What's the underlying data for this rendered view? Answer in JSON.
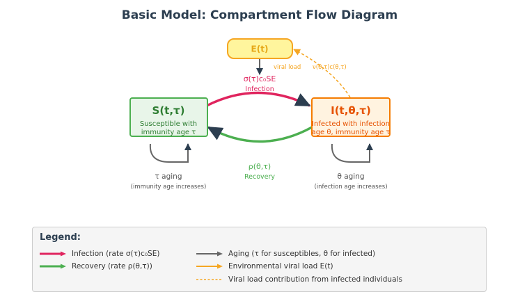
{
  "title": "Basic Model: Compartment Flow Diagram",
  "nodes": {
    "environment": {
      "label": "E(t)"
    },
    "susceptible": {
      "label": "S(t,τ)",
      "desc1": "Susceptible with",
      "desc2": "immunity age τ"
    },
    "infected": {
      "label": "I(t,θ,τ)",
      "desc1": "Infected with infection",
      "desc2": "age θ, immunity age τ"
    }
  },
  "edges": {
    "infection": {
      "rate": "σ(τ)c₀SE",
      "label": "Infection"
    },
    "recovery": {
      "rate": "ρ(θ,τ)",
      "label": "Recovery"
    },
    "viral_load": {
      "label": "viral load"
    },
    "viral_contribution": {
      "label": "ν(θ,τ)c(θ,τ)"
    },
    "s_aging": {
      "label": "τ aging",
      "sub": "(immunity age increases)"
    },
    "i_aging": {
      "label": "θ aging",
      "sub": "(infection age increases)"
    }
  },
  "legend": {
    "title": "Legend:",
    "items": [
      {
        "text": "Infection (rate σ(τ)c₀SE)",
        "color": "#e0245e",
        "style": "solid"
      },
      {
        "text": "Recovery (rate ρ(θ,τ))",
        "color": "#4caf50",
        "style": "solid"
      },
      {
        "text": "Aging (τ for susceptibles, θ for infected)",
        "color": "#666666",
        "style": "solid"
      },
      {
        "text": "Environmental viral load E(t)",
        "color": "#f5a623",
        "style": "solid"
      },
      {
        "text": "Viral load contribution from infected individuals",
        "color": "#f5a623",
        "style": "dashed"
      }
    ]
  },
  "colors": {
    "title": "#2c3e50",
    "susceptible_fill": "#e8f5e9",
    "susceptible_stroke": "#4caf50",
    "susceptible_text": "#2e7d32",
    "infected_fill": "#fff3e0",
    "infected_stroke": "#f57c00",
    "infected_text": "#e65100",
    "env_fill": "#fff59d",
    "env_stroke": "#f5a623",
    "env_text": "#e6a817",
    "infection": "#e0245e",
    "recovery": "#4caf50",
    "aging": "#666666",
    "arrow_dark": "#2c3e50"
  }
}
